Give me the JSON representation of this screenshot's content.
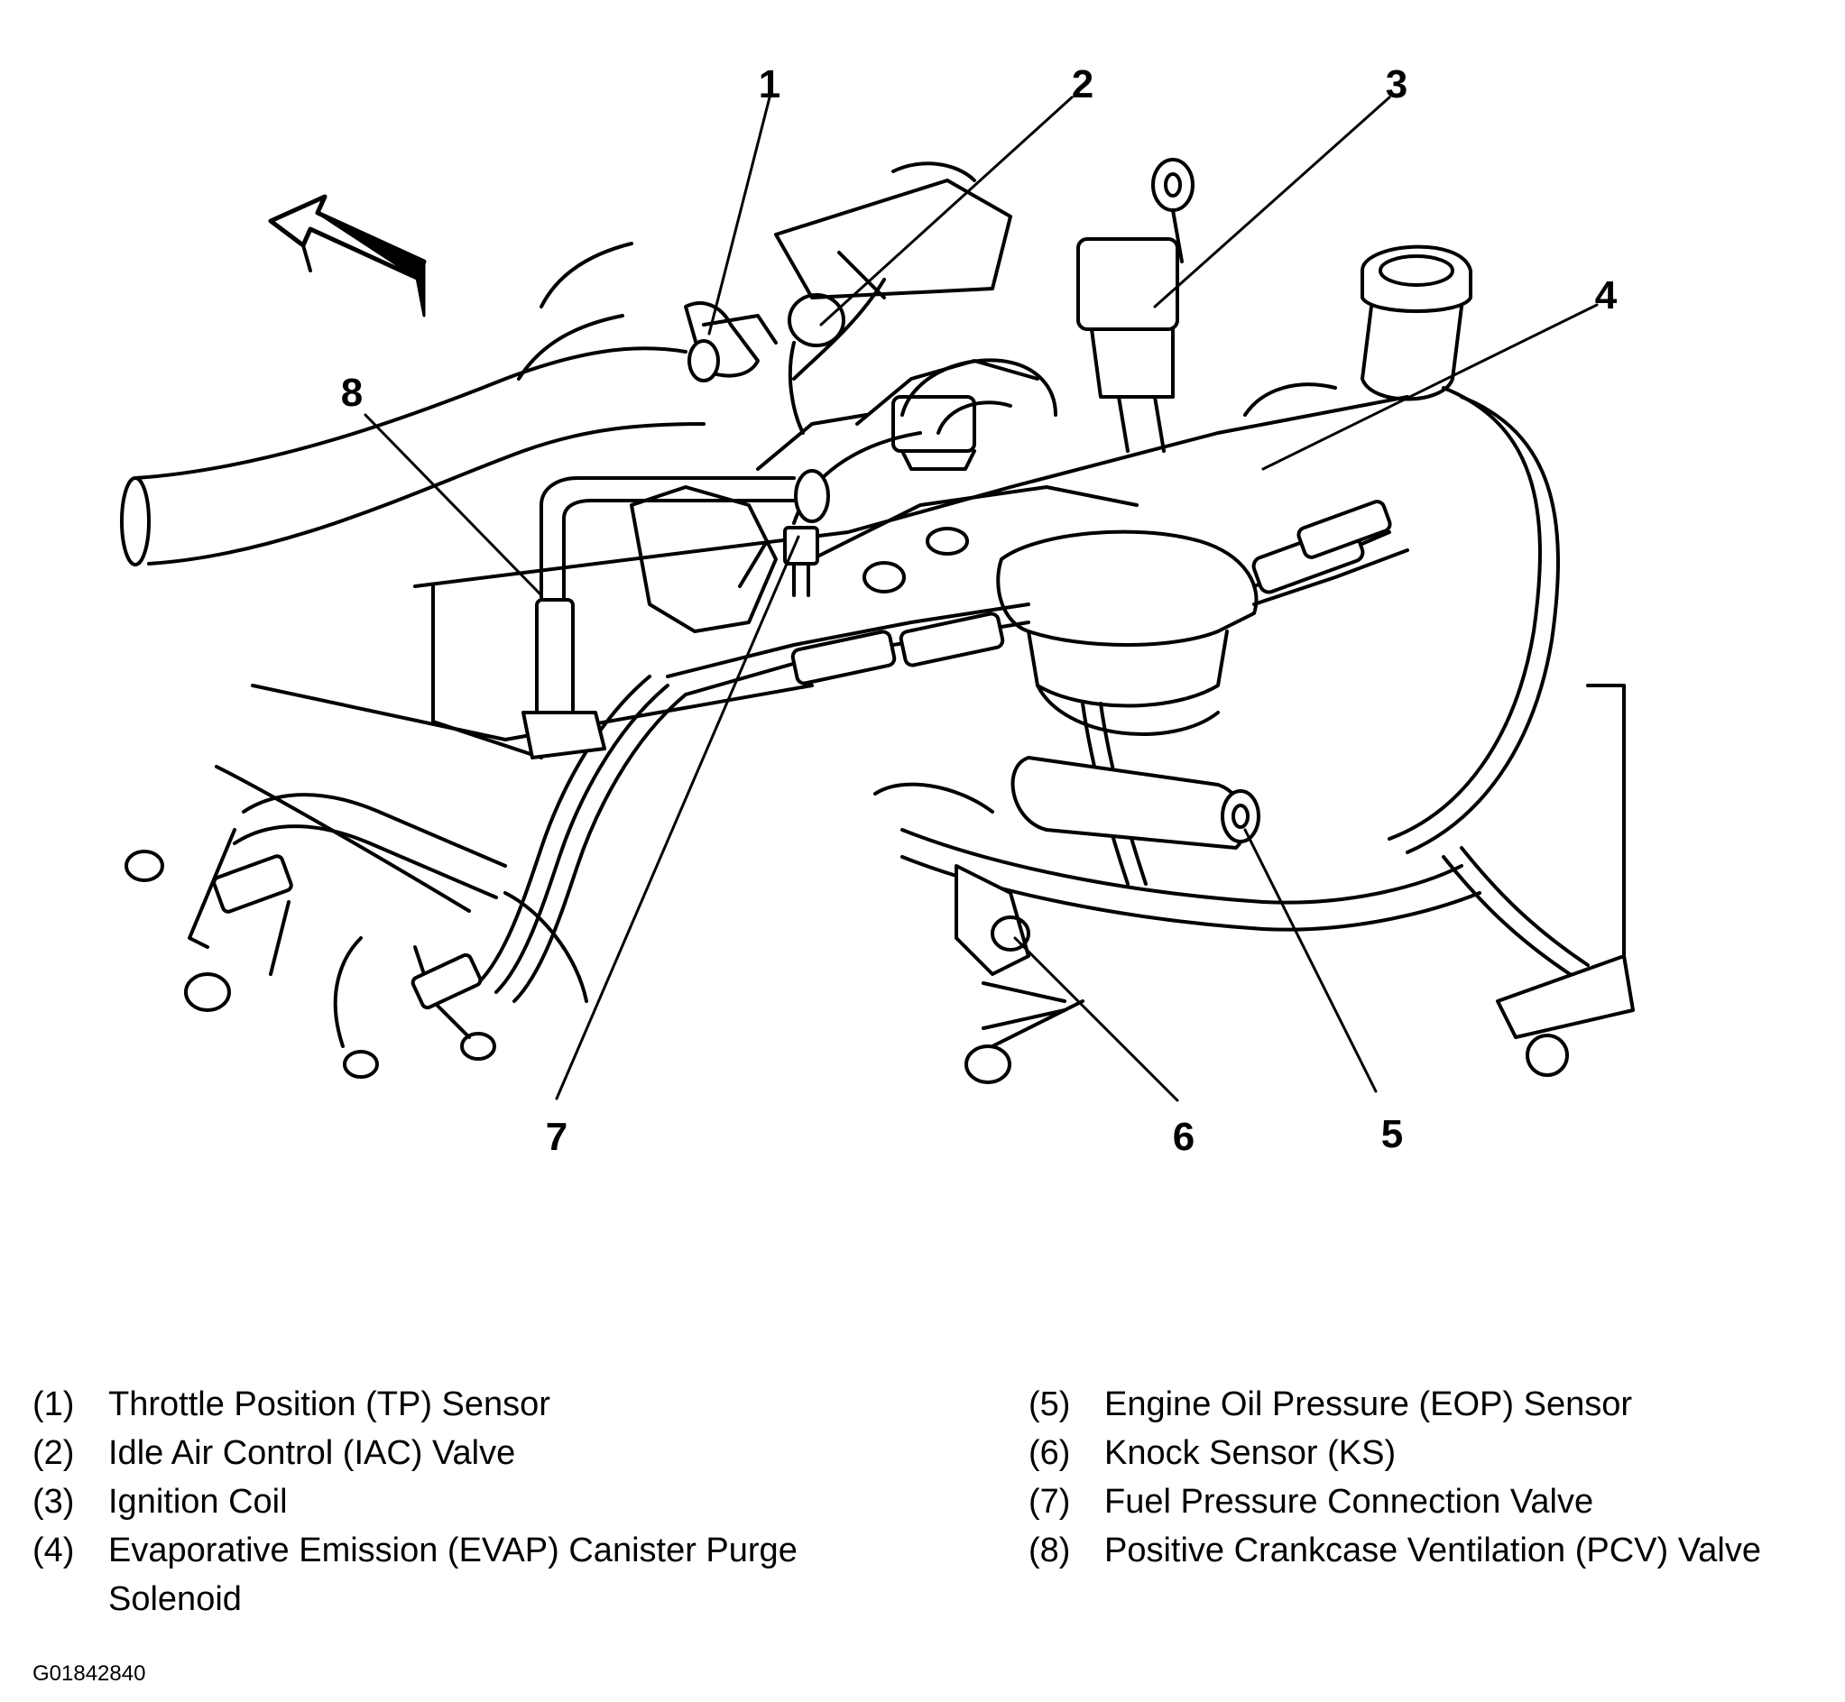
{
  "callouts": {
    "c1": "1",
    "c2": "2",
    "c3": "3",
    "c4": "4",
    "c5": "5",
    "c6": "6",
    "c7": "7",
    "c8": "8"
  },
  "legend": {
    "left": [
      {
        "key": "(1)",
        "label": "Throttle Position (TP) Sensor"
      },
      {
        "key": "(2)",
        "label": "Idle Air Control (IAC) Valve"
      },
      {
        "key": "(3)",
        "label": "Ignition Coil"
      },
      {
        "key": "(4)",
        "label": "Evaporative Emission (EVAP) Canister Purge Solenoid"
      }
    ],
    "right": [
      {
        "key": "(5)",
        "label": "Engine Oil Pressure (EOP) Sensor"
      },
      {
        "key": "(6)",
        "label": "Knock Sensor (KS)"
      },
      {
        "key": "(7)",
        "label": "Fuel Pressure Connection Valve"
      },
      {
        "key": "(8)",
        "label": "Positive Crankcase Ventilation (PCV) Valve"
      }
    ]
  },
  "figure_code": "G01842840",
  "colors": {
    "ink": "#000000",
    "paper": "#ffffff"
  }
}
